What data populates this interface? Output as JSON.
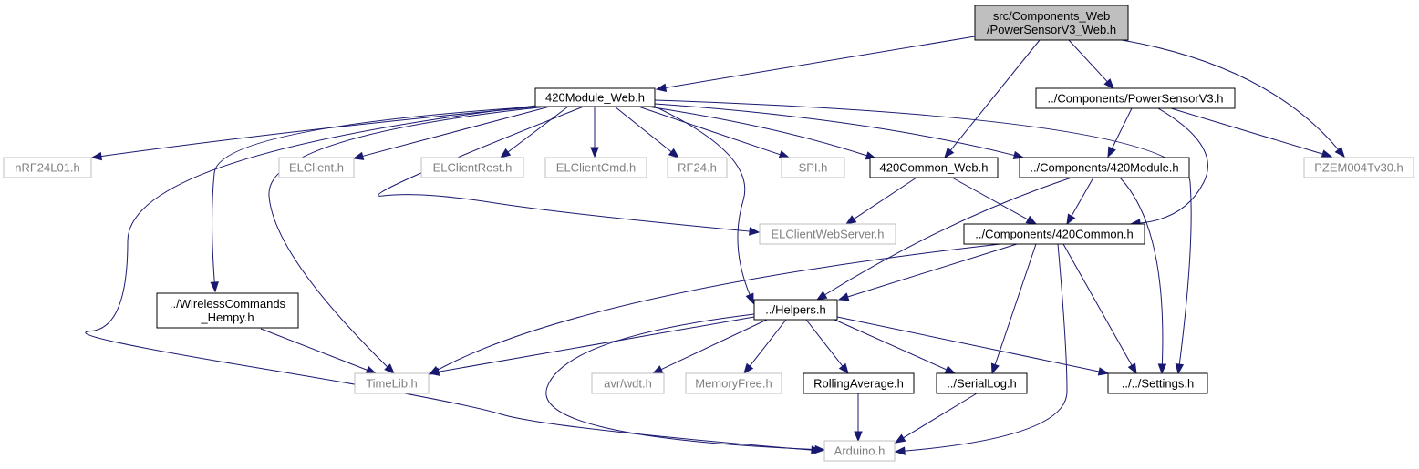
{
  "colors": {
    "edge": "#191970",
    "focus_fill": "#bfbfbf",
    "documented_stroke": "#000000",
    "undocumented_stroke": "#bfbfbf",
    "documented_text": "#000000",
    "undocumented_text": "#7f7f7f"
  },
  "nodes": [
    {
      "id": "power_web",
      "lines": [
        "src/Components_Web",
        "/PowerSensorV3_Web.h"
      ],
      "kind": "focus"
    },
    {
      "id": "module_web",
      "lines": [
        "420Module_Web.h"
      ],
      "kind": "documented"
    },
    {
      "id": "powersensor",
      "lines": [
        "../Components/PowerSensorV3.h"
      ],
      "kind": "documented"
    },
    {
      "id": "nrf",
      "lines": [
        "nRF24L01.h"
      ],
      "kind": "external"
    },
    {
      "id": "elclient",
      "lines": [
        "ELClient.h"
      ],
      "kind": "external"
    },
    {
      "id": "elrest",
      "lines": [
        "ELClientRest.h"
      ],
      "kind": "external"
    },
    {
      "id": "elcmd",
      "lines": [
        "ELClientCmd.h"
      ],
      "kind": "external"
    },
    {
      "id": "rf24",
      "lines": [
        "RF24.h"
      ],
      "kind": "external"
    },
    {
      "id": "spi",
      "lines": [
        "SPI.h"
      ],
      "kind": "external"
    },
    {
      "id": "common_web",
      "lines": [
        "420Common_Web.h"
      ],
      "kind": "documented"
    },
    {
      "id": "module",
      "lines": [
        "../Components/420Module.h"
      ],
      "kind": "documented"
    },
    {
      "id": "pzem",
      "lines": [
        "PZEM004Tv30.h"
      ],
      "kind": "external"
    },
    {
      "id": "elwebserver",
      "lines": [
        "ELClientWebServer.h"
      ],
      "kind": "external"
    },
    {
      "id": "common",
      "lines": [
        "../Components/420Common.h"
      ],
      "kind": "documented"
    },
    {
      "id": "wireless",
      "lines": [
        "../WirelessCommands",
        "_Hempy.h"
      ],
      "kind": "documented"
    },
    {
      "id": "helpers",
      "lines": [
        "../Helpers.h"
      ],
      "kind": "documented"
    },
    {
      "id": "timelib",
      "lines": [
        "TimeLib.h"
      ],
      "kind": "external"
    },
    {
      "id": "wdt",
      "lines": [
        "avr/wdt.h"
      ],
      "kind": "external"
    },
    {
      "id": "memfree",
      "lines": [
        "MemoryFree.h"
      ],
      "kind": "external"
    },
    {
      "id": "rolling",
      "lines": [
        "RollingAverage.h"
      ],
      "kind": "documented"
    },
    {
      "id": "seriallog",
      "lines": [
        "../SerialLog.h"
      ],
      "kind": "documented"
    },
    {
      "id": "settings",
      "lines": [
        "../../Settings.h"
      ],
      "kind": "documented"
    },
    {
      "id": "arduino",
      "lines": [
        "Arduino.h"
      ],
      "kind": "external"
    }
  ],
  "edges": [
    [
      "power_web",
      "module_web"
    ],
    [
      "power_web",
      "common_web"
    ],
    [
      "power_web",
      "powersensor"
    ],
    [
      "power_web",
      "pzem"
    ],
    [
      "module_web",
      "nrf"
    ],
    [
      "module_web",
      "elclient"
    ],
    [
      "module_web",
      "elrest"
    ],
    [
      "module_web",
      "elcmd"
    ],
    [
      "module_web",
      "rf24"
    ],
    [
      "module_web",
      "spi"
    ],
    [
      "module_web",
      "common_web"
    ],
    [
      "module_web",
      "module"
    ],
    [
      "module_web",
      "elwebserver"
    ],
    [
      "module_web",
      "wireless"
    ],
    [
      "module_web",
      "timelib"
    ],
    [
      "module_web",
      "arduino"
    ],
    [
      "module_web",
      "helpers"
    ],
    [
      "module_web",
      "settings"
    ],
    [
      "powersensor",
      "module"
    ],
    [
      "powersensor",
      "common"
    ],
    [
      "powersensor",
      "pzem"
    ],
    [
      "common_web",
      "elwebserver"
    ],
    [
      "common_web",
      "common"
    ],
    [
      "module",
      "common"
    ],
    [
      "module",
      "helpers"
    ],
    [
      "module",
      "settings"
    ],
    [
      "common",
      "helpers"
    ],
    [
      "common",
      "timelib"
    ],
    [
      "common",
      "seriallog"
    ],
    [
      "common",
      "settings"
    ],
    [
      "common",
      "arduino"
    ],
    [
      "wireless",
      "timelib"
    ],
    [
      "helpers",
      "timelib"
    ],
    [
      "helpers",
      "wdt"
    ],
    [
      "helpers",
      "memfree"
    ],
    [
      "helpers",
      "rolling"
    ],
    [
      "helpers",
      "seriallog"
    ],
    [
      "helpers",
      "settings"
    ],
    [
      "helpers",
      "arduino"
    ],
    [
      "rolling",
      "arduino"
    ],
    [
      "seriallog",
      "arduino"
    ]
  ]
}
